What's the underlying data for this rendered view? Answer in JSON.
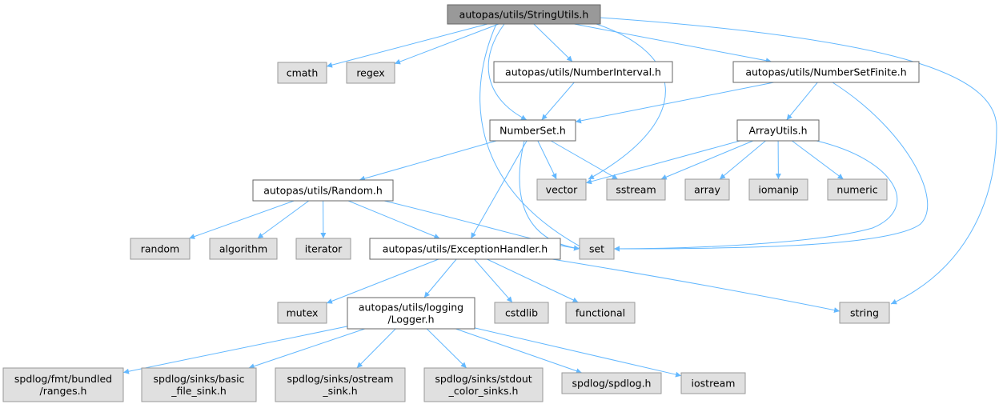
{
  "graph": {
    "type": "include-dependency-graph",
    "edge_color": "#63b8ff",
    "colors": {
      "root_fill": "#999999",
      "documented_fill": "#ffffff",
      "system_fill": "#e0e0e0",
      "border": "#666666"
    },
    "nodes": [
      {
        "id": "root",
        "kind": "root",
        "lines": [
          "autopas/utils/StringUtils.h"
        ]
      },
      {
        "id": "cmath",
        "kind": "sys",
        "lines": [
          "cmath"
        ]
      },
      {
        "id": "regex",
        "kind": "sys",
        "lines": [
          "regex"
        ]
      },
      {
        "id": "numberinterval",
        "kind": "doc",
        "lines": [
          "autopas/utils/NumberInterval.h"
        ]
      },
      {
        "id": "numbersetfinite",
        "kind": "doc",
        "lines": [
          "autopas/utils/NumberSetFinite.h"
        ]
      },
      {
        "id": "numberset",
        "kind": "doc",
        "lines": [
          "NumberSet.h"
        ]
      },
      {
        "id": "arrayutils",
        "kind": "doc",
        "lines": [
          "ArrayUtils.h"
        ]
      },
      {
        "id": "random",
        "kind": "doc",
        "lines": [
          "autopas/utils/Random.h"
        ]
      },
      {
        "id": "vector",
        "kind": "sys",
        "lines": [
          "vector"
        ]
      },
      {
        "id": "sstream",
        "kind": "sys",
        "lines": [
          "sstream"
        ]
      },
      {
        "id": "array",
        "kind": "sys",
        "lines": [
          "array"
        ]
      },
      {
        "id": "iomanip",
        "kind": "sys",
        "lines": [
          "iomanip"
        ]
      },
      {
        "id": "numeric",
        "kind": "sys",
        "lines": [
          "numeric"
        ]
      },
      {
        "id": "random_std",
        "kind": "sys",
        "lines": [
          "random"
        ]
      },
      {
        "id": "algorithm",
        "kind": "sys",
        "lines": [
          "algorithm"
        ]
      },
      {
        "id": "iterator",
        "kind": "sys",
        "lines": [
          "iterator"
        ]
      },
      {
        "id": "exceptionhandler",
        "kind": "doc",
        "lines": [
          "autopas/utils/ExceptionHandler.h"
        ]
      },
      {
        "id": "set",
        "kind": "sys",
        "lines": [
          "set"
        ]
      },
      {
        "id": "mutex",
        "kind": "sys",
        "lines": [
          "mutex"
        ]
      },
      {
        "id": "logger",
        "kind": "doc",
        "lines": [
          "autopas/utils/logging",
          "/Logger.h"
        ]
      },
      {
        "id": "cstdlib",
        "kind": "sys",
        "lines": [
          "cstdlib"
        ]
      },
      {
        "id": "functional",
        "kind": "sys",
        "lines": [
          "functional"
        ]
      },
      {
        "id": "string",
        "kind": "sys",
        "lines": [
          "string"
        ]
      },
      {
        "id": "fmt_ranges",
        "kind": "sys",
        "lines": [
          "spdlog/fmt/bundled",
          "/ranges.h"
        ]
      },
      {
        "id": "basic_file_sink",
        "kind": "sys",
        "lines": [
          "spdlog/sinks/basic",
          "_file_sink.h"
        ]
      },
      {
        "id": "ostream_sink",
        "kind": "sys",
        "lines": [
          "spdlog/sinks/ostream",
          "_sink.h"
        ]
      },
      {
        "id": "stdout_color_sinks",
        "kind": "sys",
        "lines": [
          "spdlog/sinks/stdout",
          "_color_sinks.h"
        ]
      },
      {
        "id": "spdlog",
        "kind": "sys",
        "lines": [
          "spdlog/spdlog.h"
        ]
      },
      {
        "id": "iostream",
        "kind": "sys",
        "lines": [
          "iostream"
        ]
      }
    ],
    "edges": [
      [
        "root",
        "cmath"
      ],
      [
        "root",
        "regex"
      ],
      [
        "root",
        "numberinterval"
      ],
      [
        "root",
        "numbersetfinite"
      ],
      [
        "root",
        "numberset"
      ],
      [
        "root",
        "set"
      ],
      [
        "root",
        "vector"
      ],
      [
        "root",
        "string"
      ],
      [
        "numberinterval",
        "numberset"
      ],
      [
        "numbersetfinite",
        "numberset"
      ],
      [
        "numbersetfinite",
        "arrayutils"
      ],
      [
        "numbersetfinite",
        "set"
      ],
      [
        "numberset",
        "random"
      ],
      [
        "numberset",
        "exceptionhandler"
      ],
      [
        "numberset",
        "set"
      ],
      [
        "numberset",
        "vector"
      ],
      [
        "numberset",
        "sstream"
      ],
      [
        "arrayutils",
        "vector"
      ],
      [
        "arrayutils",
        "sstream"
      ],
      [
        "arrayutils",
        "array"
      ],
      [
        "arrayutils",
        "iomanip"
      ],
      [
        "arrayutils",
        "numeric"
      ],
      [
        "arrayutils",
        "set"
      ],
      [
        "random",
        "random_std"
      ],
      [
        "random",
        "algorithm"
      ],
      [
        "random",
        "iterator"
      ],
      [
        "random",
        "exceptionhandler"
      ],
      [
        "random",
        "set"
      ],
      [
        "exceptionhandler",
        "mutex"
      ],
      [
        "exceptionhandler",
        "logger"
      ],
      [
        "exceptionhandler",
        "cstdlib"
      ],
      [
        "exceptionhandler",
        "functional"
      ],
      [
        "exceptionhandler",
        "string"
      ],
      [
        "logger",
        "fmt_ranges"
      ],
      [
        "logger",
        "basic_file_sink"
      ],
      [
        "logger",
        "ostream_sink"
      ],
      [
        "logger",
        "stdout_color_sinks"
      ],
      [
        "logger",
        "spdlog"
      ],
      [
        "logger",
        "iostream"
      ]
    ]
  }
}
